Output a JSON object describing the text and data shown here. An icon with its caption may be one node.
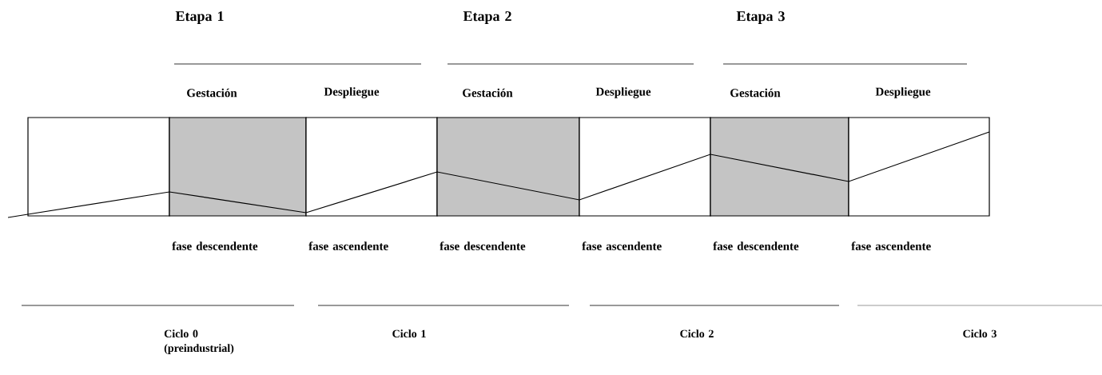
{
  "diagram": {
    "nodes": [
      {
        "text": [],
        "shape": "box"
      },
      {
        "text": [],
        "shape": "box",
        "beside": [
          "Gestación",
          "fase descendente"
        ]
      },
      {
        "text": [],
        "shape": "box",
        "beside": [
          "Despliegue",
          "fase ascendente"
        ]
      },
      {
        "text": [],
        "shape": "box",
        "beside": [
          "Gestación",
          "fase descendente"
        ]
      },
      {
        "text": [],
        "shape": "box",
        "beside": [
          "Despliegue",
          "fase ascendente"
        ]
      },
      {
        "text": [],
        "shape": "box",
        "beside": [
          "Gestación",
          "fase descendente"
        ]
      },
      {
        "text": [],
        "shape": "box",
        "beside": [
          "Despliegue",
          "fase ascendente"
        ]
      }
    ],
    "labels": [
      "Etapa 1",
      "Etapa 2",
      "Etapa 3",
      "Ciclo 0 (preindustrial)",
      "Ciclo 1",
      "Ciclo 2",
      "Ciclo 3"
    ]
  }
}
